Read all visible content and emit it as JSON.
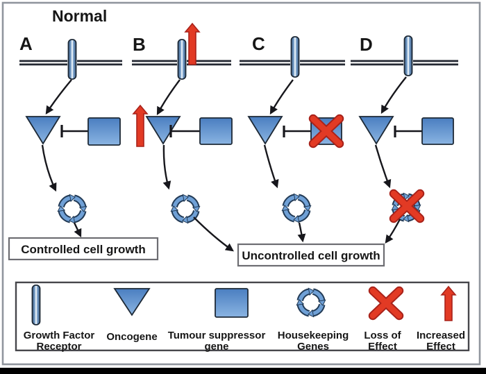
{
  "title": "Normal",
  "panels": [
    {
      "letter": "A"
    },
    {
      "letter": "B"
    },
    {
      "letter": "C"
    },
    {
      "letter": "D"
    }
  ],
  "outcomes": {
    "controlled": "Controlled cell growth",
    "uncontrolled": "Uncontrolled cell growth"
  },
  "legend": {
    "items": [
      {
        "name": "growth-factor-receptor-icon",
        "lines": [
          "Growth Factor",
          "Receptor"
        ]
      },
      {
        "name": "oncogene-icon",
        "lines": [
          "Oncogene",
          ""
        ]
      },
      {
        "name": "tumour-suppressor-gene-icon",
        "lines": [
          "Tumour suppressor",
          "gene"
        ]
      },
      {
        "name": "housekeeping-genes-icon",
        "lines": [
          "Housekeeping",
          "Genes"
        ]
      },
      {
        "name": "loss-of-effect-icon",
        "lines": [
          "Loss of",
          "Effect"
        ]
      },
      {
        "name": "increased-effect-icon",
        "lines": [
          "Increased",
          "Effect"
        ]
      }
    ]
  },
  "colors": {
    "shape_blue": "#4a7ec0",
    "shape_blue_light": "#8ab4e2",
    "cycle_blue": "#6fa0d6",
    "accent_red": "#e23a24",
    "red_dark": "#a8221a"
  }
}
